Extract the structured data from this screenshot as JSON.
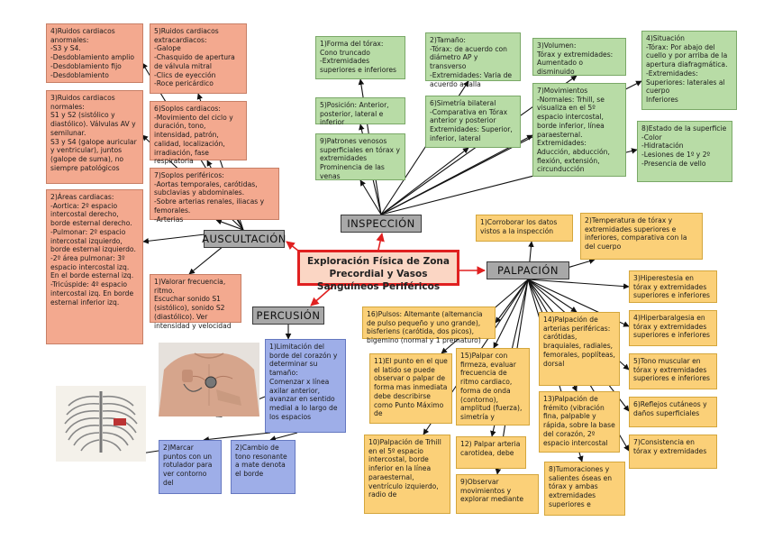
{
  "center_title": "Exploración Física de Zona Precordial y Vasos Sanguíneos Periféricos",
  "hubs": {
    "inspeccion": "INSPECCIÓN",
    "auscultacion": "AUSCULTACIÓN",
    "palpacion": "PALPACIÓN",
    "percusion": "PERCUSIÓN"
  },
  "inspeccion": [
    "1)Forma del tórax:\nCono truncado\n-Extremidades superiores e inferiores",
    "2)Tamaño:\n-Tórax: de acuerdo con diámetro AP y transverso\n-Extremidades: Varia de acuerdo a talla",
    "3)Volumen:\nTórax y extremidades: Aumentado o disminuido",
    "4)Situación\n-Tórax: Por abajo del cuello y por arriba de la apertura diafragmática.\n-Extremidades: Superiores: laterales al cuerpo\nInferiores",
    "5)Posición: Anterior, posterior, lateral e inferior",
    "6)Simetría bilateral\n-Comparativa en Tórax anterior y posterior\nExtremidades: Superior, inferior, lateral",
    "7)Movimientos\n-Normales: Trhill, se visualiza en el 5º espacio intercostal, borde inferior, línea paraesternal.\nExtremidades: Aducción, abducción, flexión, extensión, circunducción",
    "8)Estado de la superficie\n-Color\n-Hidratación\n-Lesiones de 1º y 2º\n-Presencia de vello",
    "9)Patrones venosos superficiales en tórax y extremidades\nProminencia de las venas"
  ],
  "auscultacion": [
    "4)Ruidos cardiacos anormales:\n-S3 y S4.\n-Desdoblamiento amplio\n-Desdoblamiento fijo\n-Desdoblamiento",
    "5)Ruidos cardiacos extracardiacos:\n-Galope\n-Chasquido de apertura de válvula mitral\n-Clics de eyección\n-Roce pericárdico",
    "3)Ruidos cardiacos normales:\nS1 y S2 (sistólico y diastólico). Válvulas AV y semilunar.\nS3 y S4 (galope auricular y ventricular), juntos (galope de suma), no siempre patológicos",
    "6)Soplos cardiacos:\n-Movimiento del ciclo y duración, tono, intensidad, patrón, calidad, localización, irradiación, fase respiratoria",
    "7)Soplos periféricos:\n-Aortas temporales, carótidas, subclavias y abdominales.\n-Sobre arterias renales, iliacas y femorales.\n-Arterias",
    "2)Áreas cardiacas:\n-Aortica: 2º espacio intercostal derecho, borde esternal derecho.\n-Pulmonar: 2º espacio intercostal izquierdo, borde esternal izquierdo.\n-2º área pulmonar: 3º espacio intercostal izq. En el borde esternal izq.\n-Tricúspide: 4º espacio intercostal izq. En borde esternal inferior izq.",
    "1)Valorar frecuencia, ritmo.\nEscuchar sonido S1 (sistólico), sonido S2 (diastólico). Ver intensidad y velocidad"
  ],
  "palpacion": [
    "1)Corroborar los datos vistos a la inspección",
    "2)Temperatura de tórax y extremidades superiores e inferiores, comparativa con la del cuerpo",
    "3)Hiperestesia en tórax y extremidades superiores e inferiores",
    "4)Hiperbaralgesia en tórax y extremidades superiores e inferiores",
    "5)Tono muscular en tórax y extremidades superiores e inferiores",
    "6)Reflejos cutáneos y daños superficiales",
    "7)Consistencia en tórax y extremidades",
    "16)Pulsos: Altemante (altemancia de pulso pequeño y uno grande), bisferiens (carótida, dos picos), bigemino (normal y 1 prematuro)",
    "14)Palpación de arterias periféricas: carótidas, braquiales, radiales, femorales, poplíteas, dorsal",
    "11)El punto en el que el latido se puede observar o palpar de forma mas inmediata debe describirse como Punto Máximo de",
    "15)Palpar con firmeza, evaluar frecuencia de ritmo cardiaco, forma de onda (contorno), amplitud (fuerza), simetría y",
    "13)Palpación de frémito (vibración fina, palpable y rápida, sobre la base del corazón, 2º espacio intercostal",
    "10)Palpación de Trhill en el 5º espacio intercostal, borde inferior en la línea paraesternal, ventrículo izquierdo, radio de",
    "12) Palpar arteria carotidea, debe",
    "9)Observar movimientos y explorar mediante",
    "8)Tumoraciones y salientes óseas en tórax y ambas extremidades superiores e"
  ],
  "percusion": [
    "1)Limitación del borde del corazón y determinar su tamaño:\nComenzar x línea axilar anterior, avanzar en sentido medial a lo largo de los espacios",
    "2)Marcar puntos con un rotulador para ver contorno del",
    "2)Cambio de tono resonante a mate denota el borde"
  ],
  "colors": {
    "inspeccion": "#b8dca6",
    "auscultacion": "#f3a98f",
    "palpacion": "#fbd078",
    "percusion": "#9eaee8",
    "center_border": "#e02020",
    "hub": "#a8a8a8"
  },
  "images": [
    "stethoscope-chest-photo",
    "ribcage-sketch"
  ]
}
